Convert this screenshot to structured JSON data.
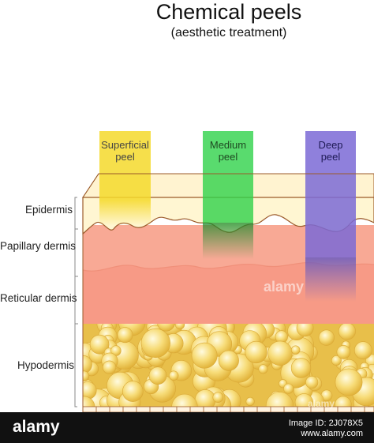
{
  "title": "Chemical peels",
  "subtitle": "(aesthetic treatment)",
  "layers": [
    {
      "label": "Epidermis"
    },
    {
      "label": "Papillary dermis"
    },
    {
      "label": "Reticular dermis"
    },
    {
      "label": "Hypodermis"
    }
  ],
  "peels": [
    {
      "line1": "Superficial",
      "line2": "peel",
      "color": "#f5d92c"
    },
    {
      "line1": "Medium",
      "line2": "peel",
      "color": "#2fd24a"
    },
    {
      "line1": "Deep",
      "line2": "peel",
      "color": "#7b6ad6"
    }
  ],
  "colors": {
    "epidermis": "#fff6d2",
    "papillary": "#f7a38f",
    "reticular": "#f79a86",
    "fat": "#f3cf52",
    "border": "#9b5a2a"
  },
  "watermark": "alamy",
  "footer": {
    "brand": "alamy",
    "image_id": "Image ID: 2J078X5",
    "site": "www.alamy.com"
  }
}
